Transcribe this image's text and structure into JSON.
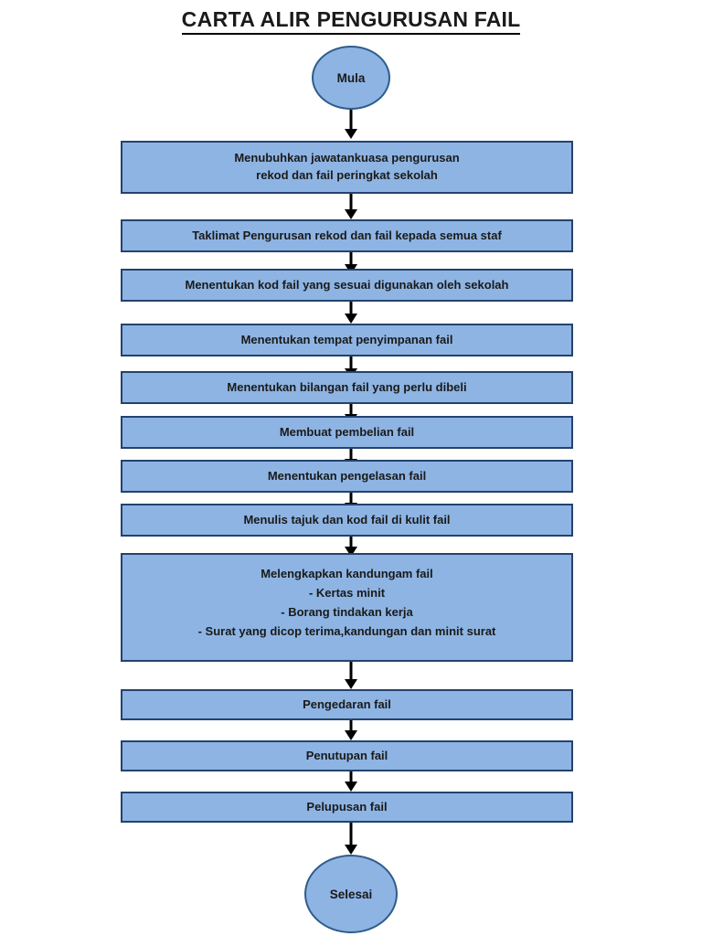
{
  "title": {
    "part1": "CARTA ALIR ",
    "part2": "PENGURUSAN FAIL",
    "full": "CARTA ALIR PENGURUSAN FAIL"
  },
  "nodes": {
    "start": {
      "label": "Mula",
      "shape": "circle"
    },
    "end": {
      "label": "Selesai",
      "shape": "circle"
    }
  },
  "steps": [
    {
      "line1": "Menubuhkan jawatankuasa pengurusan",
      "line2": "rekod dan fail peringkat sekolah"
    },
    {
      "line1": "Taklimat Pengurusan rekod dan fail kepada semua staf"
    },
    {
      "line1": "Menentukan kod fail yang sesuai digunakan oleh sekolah"
    },
    {
      "line1": "Menentukan tempat penyimpanan fail"
    },
    {
      "line1": "Menentukan bilangan fail yang perlu dibeli"
    },
    {
      "line1": "Membuat pembelian fail"
    },
    {
      "line1": "Menentukan pengelasan fail"
    },
    {
      "line1": "Menulis tajuk dan kod fail di kulit fail"
    },
    {
      "line1": "Melengkapkan kandungam fail",
      "line2": "-    Kertas minit",
      "line3": "-    Borang tindakan kerja",
      "line4": "-    Surat yang dicop terima,kandungan dan minit surat"
    },
    {
      "line1": "Pengedaran fail"
    },
    {
      "line1": "Penutupan fail"
    },
    {
      "line1": "Pelupusan fail"
    }
  ],
  "colors": {
    "box_fill": "#8EB4E3",
    "box_border": "#24426E",
    "circle_border": "#2E5C8A",
    "text": "#1a1a1a",
    "arrow": "#000000",
    "background": "#ffffff"
  },
  "chart_data": {
    "type": "diagram",
    "diagram_kind": "flowchart",
    "orientation": "vertical",
    "title": "CARTA ALIR PENGURUSAN FAIL",
    "node_count": 14,
    "sequence": [
      "Mula",
      "Menubuhkan jawatankuasa pengurusan rekod dan fail peringkat sekolah",
      "Taklimat Pengurusan rekod dan fail kepada semua staf",
      "Menentukan kod fail yang sesuai digunakan oleh sekolah",
      "Menentukan tempat penyimpanan fail",
      "Menentukan bilangan fail yang perlu dibeli",
      "Membuat pembelian fail",
      "Menentukan pengelasan fail",
      "Menulis tajuk dan kod fail di kulit fail",
      "Melengkapkan kandungam fail - Kertas minit - Borang tindakan kerja - Surat yang dicop terima,kandungan dan minit surat",
      "Pengedaran fail",
      "Penutupan fail",
      "Pelupusan fail",
      "Selesai"
    ]
  }
}
